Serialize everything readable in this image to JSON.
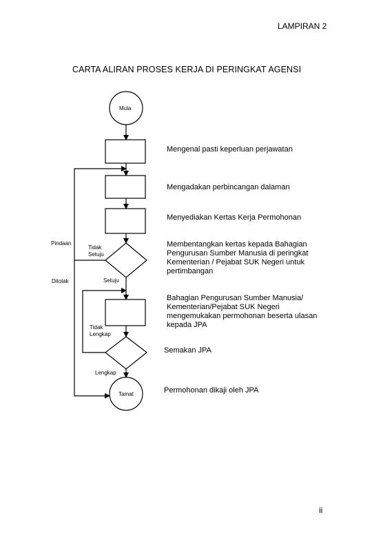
{
  "header": {
    "appendix": "LAMPIRAN 2"
  },
  "title": "CARTA ALIRAN PROSES KERJA DI PERINGKAT AGENSI",
  "nodes": {
    "start": "Mula",
    "end": "Tamat"
  },
  "steps": {
    "s1": "Mengenal pasti keperluan perjawatan",
    "s2": "Mengadakan perbincangan dalaman",
    "s3": "Menyediakan Kertas Kerja Permohonan",
    "s4": "Membentangkan kertas kepada Bahagian Pengurusan Sumber Manusia di peringkat Kementerian / Pejabat SUK Negeri untuk pertimbangan",
    "s5": "Bahagian Pengurusan Sumber Manusia/ Kementerian/Pejabat SUK Negeri mengemukakan permohonan beserta ulasan kepada JPA",
    "s6": "Semakan JPA",
    "s7": "Permohonan dikaji oleh JPA"
  },
  "labels": {
    "pindaan": "Pindaan",
    "ditolak": "Ditolak",
    "tidak_setuju": "Tidak Setuju",
    "setuju": "Setuju",
    "tidak_lengkap": "Tidak Lengkap",
    "lengkap": "Lengkap"
  },
  "footer": {
    "page_number": "ii"
  }
}
